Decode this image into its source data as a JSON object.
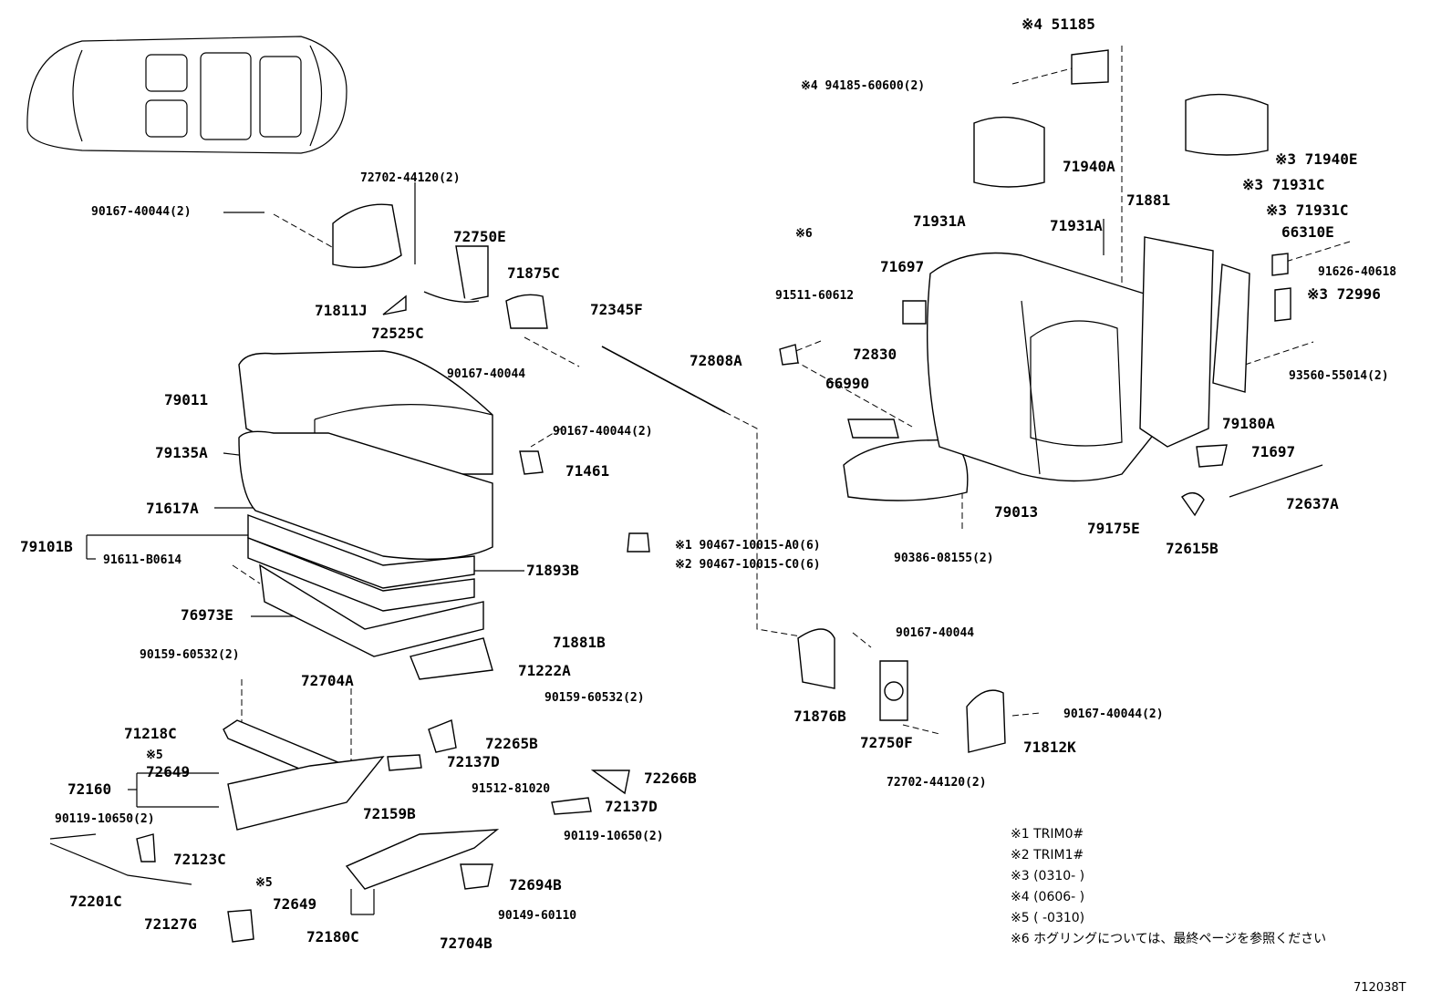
{
  "labels": {
    "p51185": "※4 51185",
    "p94185": "※4 94185-60600(2)",
    "p71940A": "71940A",
    "p71940E": "※3 71940E",
    "p71931C_1": "※3 71931C",
    "p71931C_2": "※3 71931C",
    "p71931A_1": "71931A",
    "p71931A_2": "71931A",
    "p71881": "71881",
    "p66310E": "66310E",
    "p91626": "91626-40618",
    "p72996": "※3 72996",
    "p93560": "93560-55014(2)",
    "p79180A": "79180A",
    "p71697_1": "71697",
    "p71697_2": "71697",
    "p72637A": "72637A",
    "p72615B": "72615B",
    "p79175E": "79175E",
    "p79013": "79013",
    "p90386": "90386-08155(2)",
    "p66990": "66990",
    "p72830": "72830",
    "p72808A": "72808A",
    "p91511": "91511-60612",
    "pRing6": "※6",
    "p72702_top": "72702-44120(2)",
    "p90167_a": "90167-40044(2)",
    "p72750E": "72750E",
    "p71811J": "71811J",
    "p72525C": "72525C",
    "p71875C": "71875C",
    "p72345F": "72345F",
    "p90167_b": "90167-40044",
    "p79011": "79011",
    "p90167_c": "90167-40044(2)",
    "p79135A": "79135A",
    "p71461": "71461",
    "p71617A": "71617A",
    "p79101B": "79101B",
    "p91611": "91611-B0614",
    "p90467_1": "※1 90467-10015-A0(6)",
    "p90467_2": "※2 90467-10015-C0(6)",
    "p71893B": "71893B",
    "p76973E": "76973E",
    "p71881B": "71881B",
    "p90159_a": "90159-60532(2)",
    "p71222A": "71222A",
    "p90159_b": "90159-60532(2)",
    "p72704A": "72704A",
    "p71218C": "71218C",
    "p72265B": "72265B",
    "pStar5a": "※5",
    "p72649_a": "72649",
    "p72137D_a": "72137D",
    "p72160": "72160",
    "p91512": "91512-81020",
    "p72266B": "72266B",
    "p72137D_b": "72137D",
    "p90119_a": "90119-10650(2)",
    "p72159B": "72159B",
    "p90119_b": "90119-10650(2)",
    "p72123C": "72123C",
    "p72694B": "72694B",
    "p72201C": "72201C",
    "pStar5b": "※5",
    "p72649_b": "72649",
    "p90149": "90149-60110",
    "p72127G": "72127G",
    "p72180C": "72180C",
    "p72704B": "72704B",
    "p71876B": "71876B",
    "p90167_d": "90167-40044",
    "p72750F": "72750F",
    "p90167_e": "90167-40044(2)",
    "p71812K": "71812K",
    "p72702_bot": "72702-44120(2)"
  },
  "notes": [
    "※1 TRIM0#",
    "※2 TRIM1#",
    "※3 (0310-      )",
    "※4 (0606-      )",
    "※5 (      -0310)",
    "※6 ホグリングについては、最終ページを参照ください"
  ],
  "figure_id": "712038T"
}
